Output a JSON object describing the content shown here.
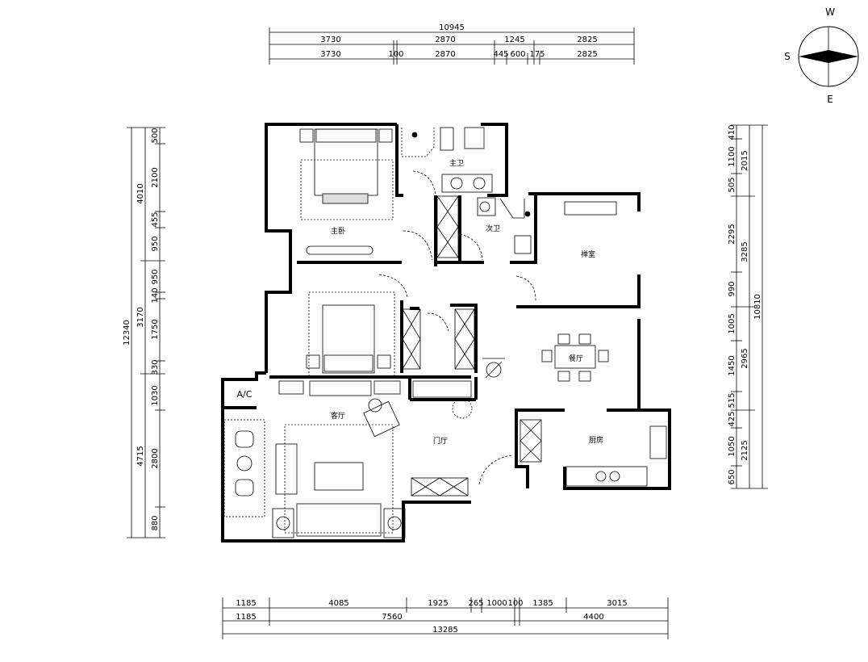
{
  "top_dims": {
    "total": "10945",
    "row1": [
      "3730",
      "2870",
      "1245",
      "2825"
    ],
    "row2": [
      "3730",
      "100",
      "2870",
      "445",
      "600",
      "175",
      "2825"
    ]
  },
  "bottom_dims": {
    "row1": [
      "1185",
      "4085",
      "1925",
      "265",
      "1000",
      "100",
      "1385",
      "3015"
    ],
    "row2": [
      "1185",
      "7560",
      "4400"
    ],
    "total": "13285"
  },
  "left_dims": {
    "total": "12340",
    "mid": [
      "4010",
      "3170",
      "4715"
    ],
    "inner": [
      "500",
      "2100",
      "455",
      "950",
      "950",
      "140",
      "1750",
      "330",
      "1030",
      "2800",
      "880"
    ]
  },
  "right_dims": {
    "total": "10810",
    "mid": [
      "2015",
      "3285",
      "2965",
      "2125"
    ],
    "inner": [
      "410",
      "1100",
      "505",
      "2295",
      "990",
      "1005",
      "1450",
      "515",
      "425",
      "1050",
      "650"
    ]
  },
  "rooms": {
    "master_bedroom": "主卧",
    "master_bath": "主卫",
    "second_bath": "次卫",
    "zen_room": "禅室",
    "dining": "餐厅",
    "living": "客厅",
    "foyer": "门厅",
    "kitchen": "厨房",
    "ac": "A/C"
  },
  "compass": {
    "north_label": "W",
    "west_label": "S",
    "south_label": "E"
  }
}
